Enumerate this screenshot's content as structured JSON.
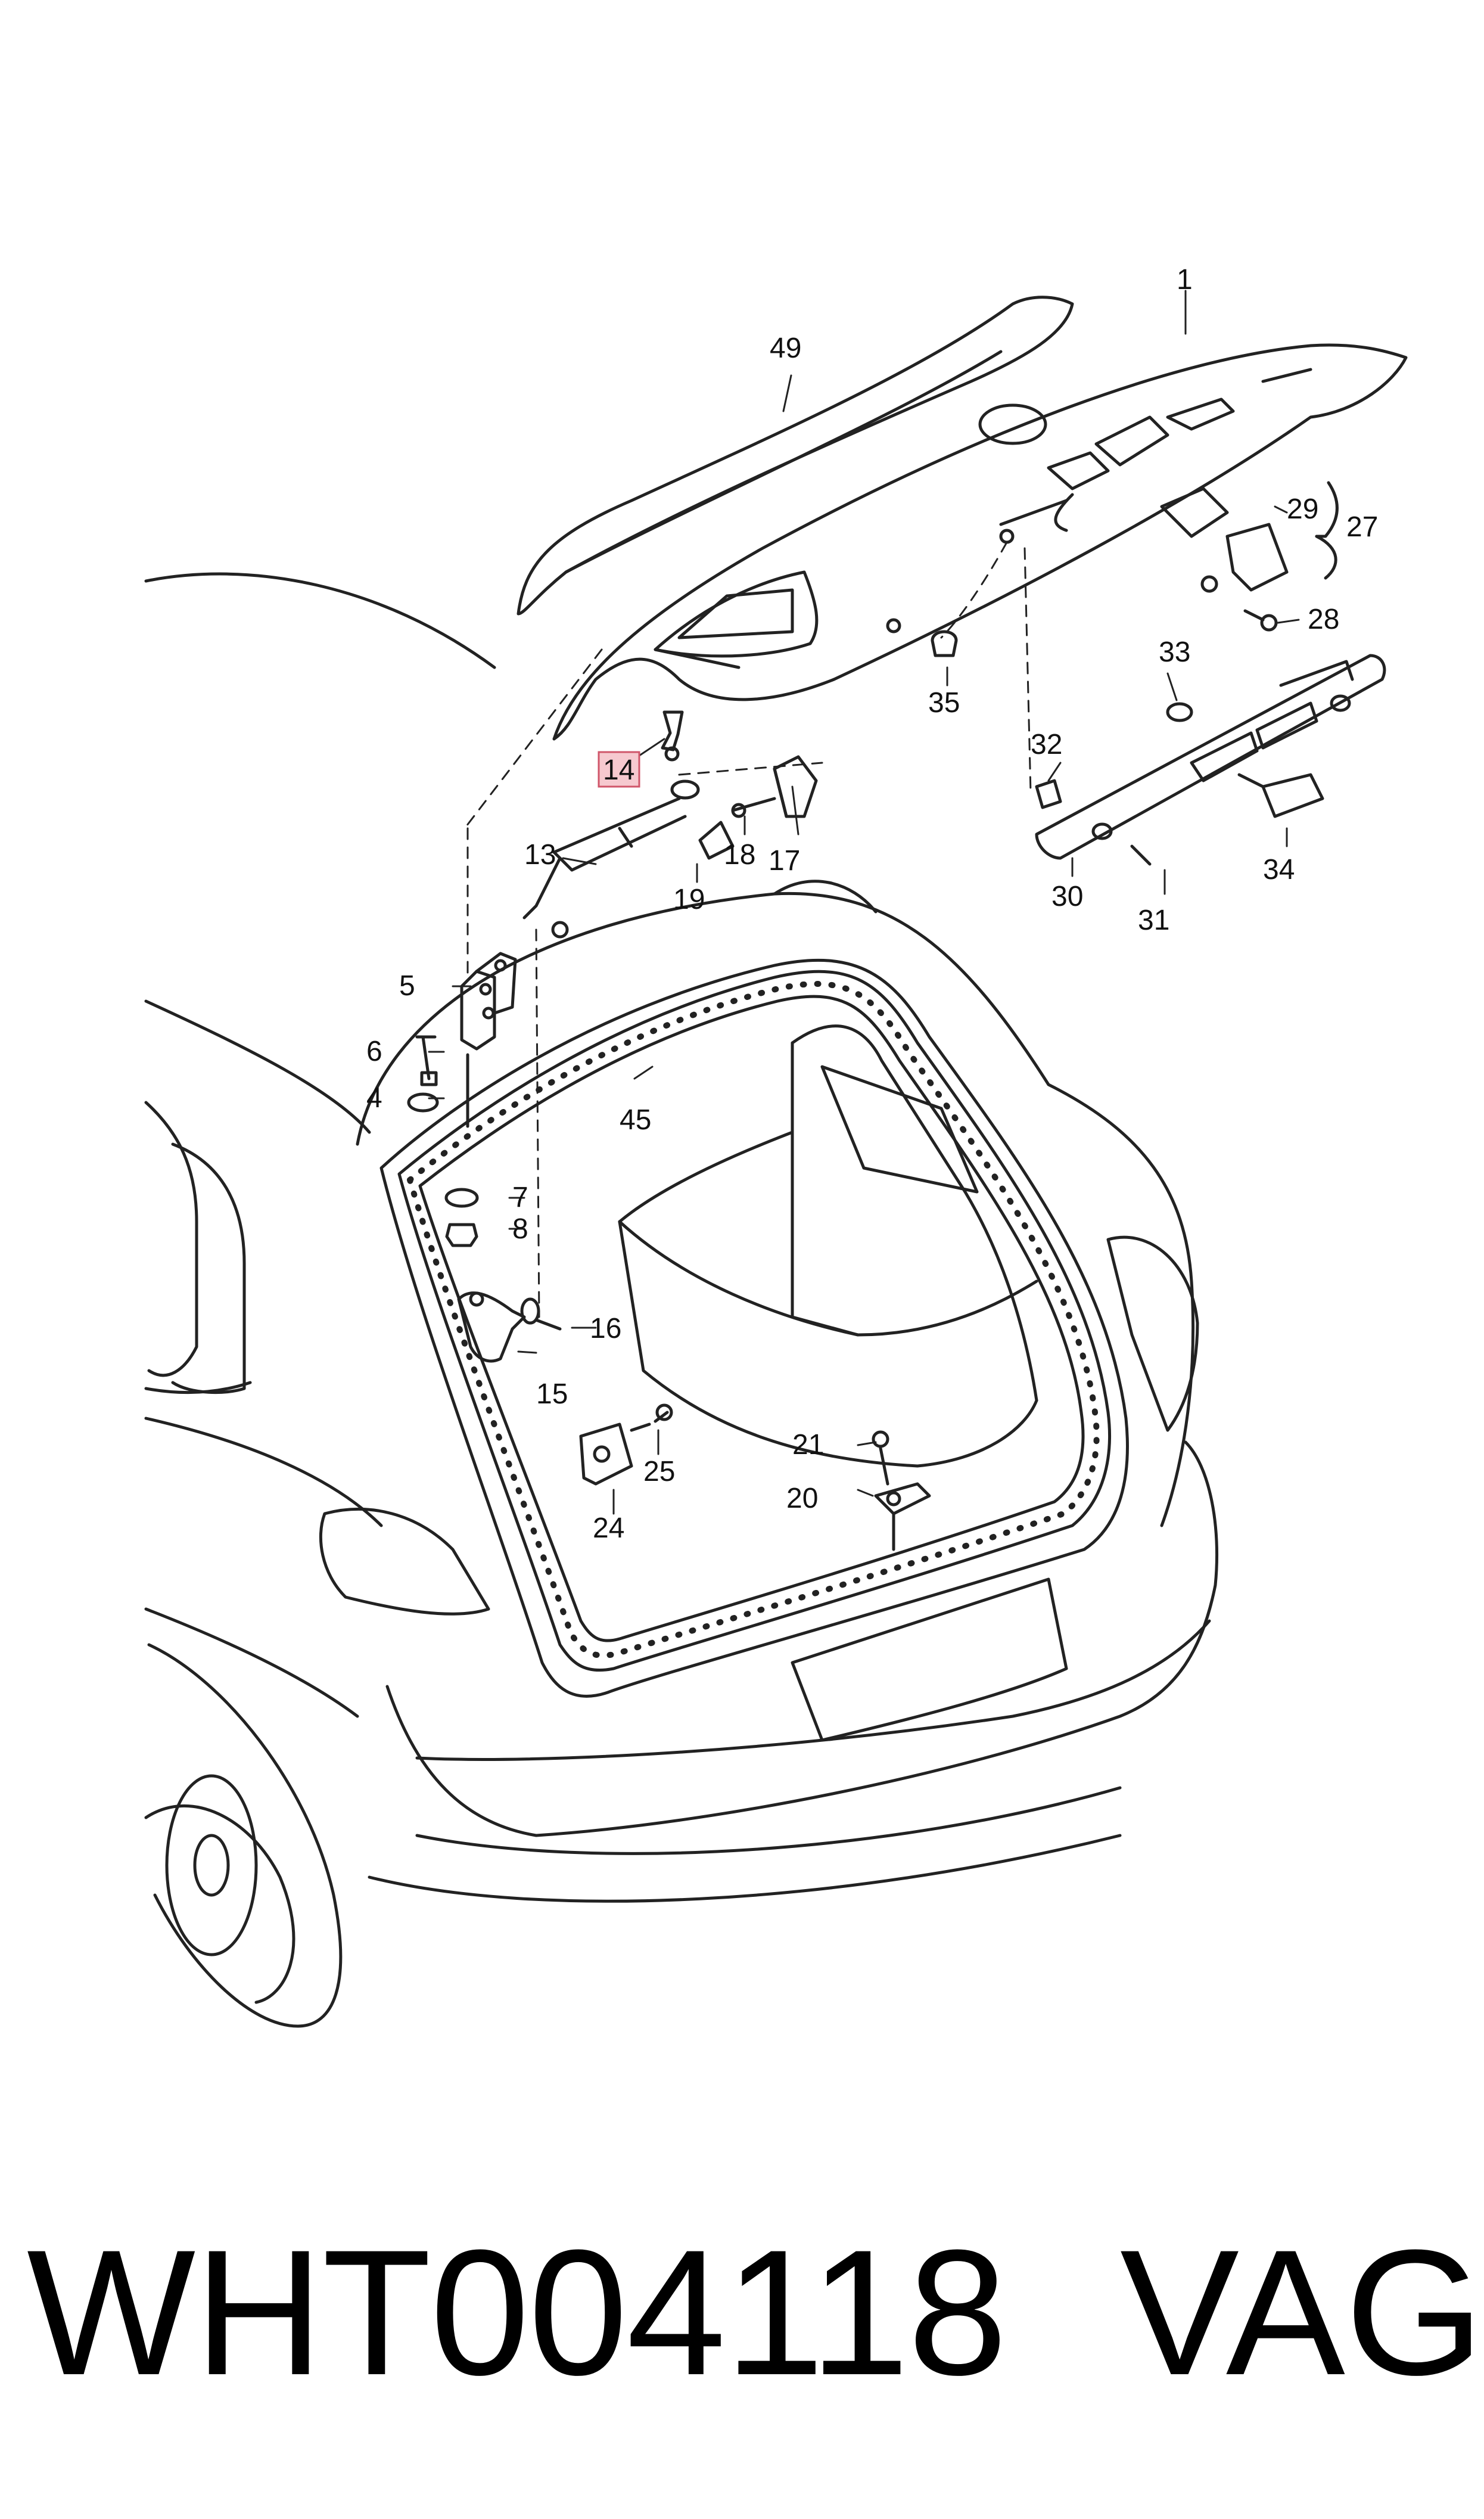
{
  "diagram": {
    "callouts": {
      "c1": "1",
      "c4": "4",
      "c5": "5",
      "c6": "6",
      "c7": "7",
      "c8": "8",
      "c13": "13",
      "c14": "14",
      "c15": "15",
      "c16": "16",
      "c17": "17",
      "c18": "18",
      "c19": "19",
      "c20": "20",
      "c21": "21",
      "c24": "24",
      "c25": "25",
      "c27": "27",
      "c28": "28",
      "c29": "29",
      "c30": "30",
      "c31": "31",
      "c32": "32",
      "c33": "33",
      "c34": "34",
      "c35": "35",
      "c45": "45",
      "c49": "49"
    },
    "highlighted_callout": "14",
    "colors": {
      "line": "#222222",
      "highlight_fill": "#f6c9cf",
      "highlight_stroke": "#d0566a"
    }
  },
  "footer": {
    "part_number": "WHT004118",
    "brand": "VAG"
  }
}
